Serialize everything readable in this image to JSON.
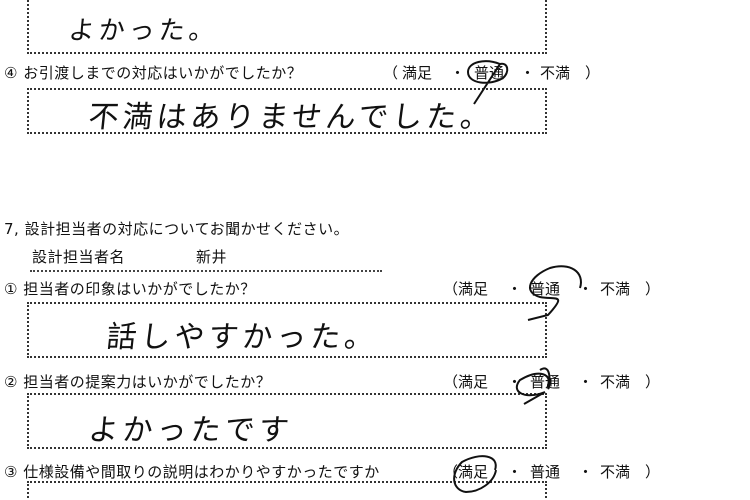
{
  "prev_answer": "よかった。",
  "q4": {
    "label": "④ お引渡しまでの対応はいかがでしたか？",
    "options": [
      "（",
      "満足",
      "・",
      "普通",
      "・",
      "不満",
      "）"
    ],
    "selected": "普通",
    "answer": "不満はありませんでした。"
  },
  "section7": {
    "title": "7, 設計担当者の対応についてお聞かせください。",
    "designer_label": "設計担当者名",
    "designer_name": "新井",
    "questions": [
      {
        "label": "① 担当者の印象はいかがでしたか？",
        "options": [
          "（",
          "満足",
          "・",
          "普通",
          "・",
          "不満",
          "）"
        ],
        "selected": "普通",
        "answer": "話しやすかった。"
      },
      {
        "label": "② 担当者の提案力はいかがでしたか？",
        "options": [
          "（",
          "満足",
          "・",
          "普通",
          "・",
          "不満",
          "）"
        ],
        "selected": "普通",
        "answer": "よかったです"
      },
      {
        "label": "③ 仕様設備や間取りの説明はわかりやすかったですか",
        "options": [
          "（",
          "満足",
          "・",
          "普通",
          "・",
          "不満",
          "）"
        ],
        "selected": "満足",
        "answer": ""
      }
    ]
  }
}
